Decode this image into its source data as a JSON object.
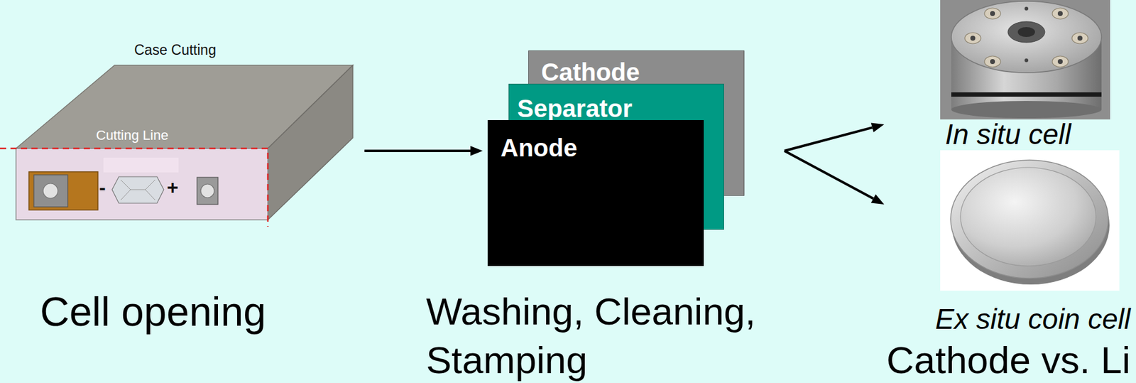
{
  "diagram": {
    "nodes": [
      {
        "text": [
          "Case Cutting",
          "Cutting Line",
          "Cell opening"
        ]
      },
      {
        "text": [
          "Washing, Cleaning, Stamping"
        ]
      },
      {
        "text": [
          "Cathode"
        ],
        "in": 1
      },
      {
        "text": [
          "Separator"
        ],
        "in": 1
      },
      {
        "text": [
          "Anode"
        ],
        "in": 1
      },
      {
        "text": [
          "In situ cell"
        ]
      },
      {
        "text": [
          "Ex situ coin cell",
          "Cathode vs. Li"
        ]
      }
    ],
    "edges": [
      {
        "from": 0,
        "to": 1,
        "arrow": "to"
      },
      {
        "from": 1,
        "to": 5,
        "arrow": "to"
      },
      {
        "from": 1,
        "to": 6,
        "arrow": "to"
      }
    ],
    "labels": [
      "-",
      "+"
    ]
  }
}
